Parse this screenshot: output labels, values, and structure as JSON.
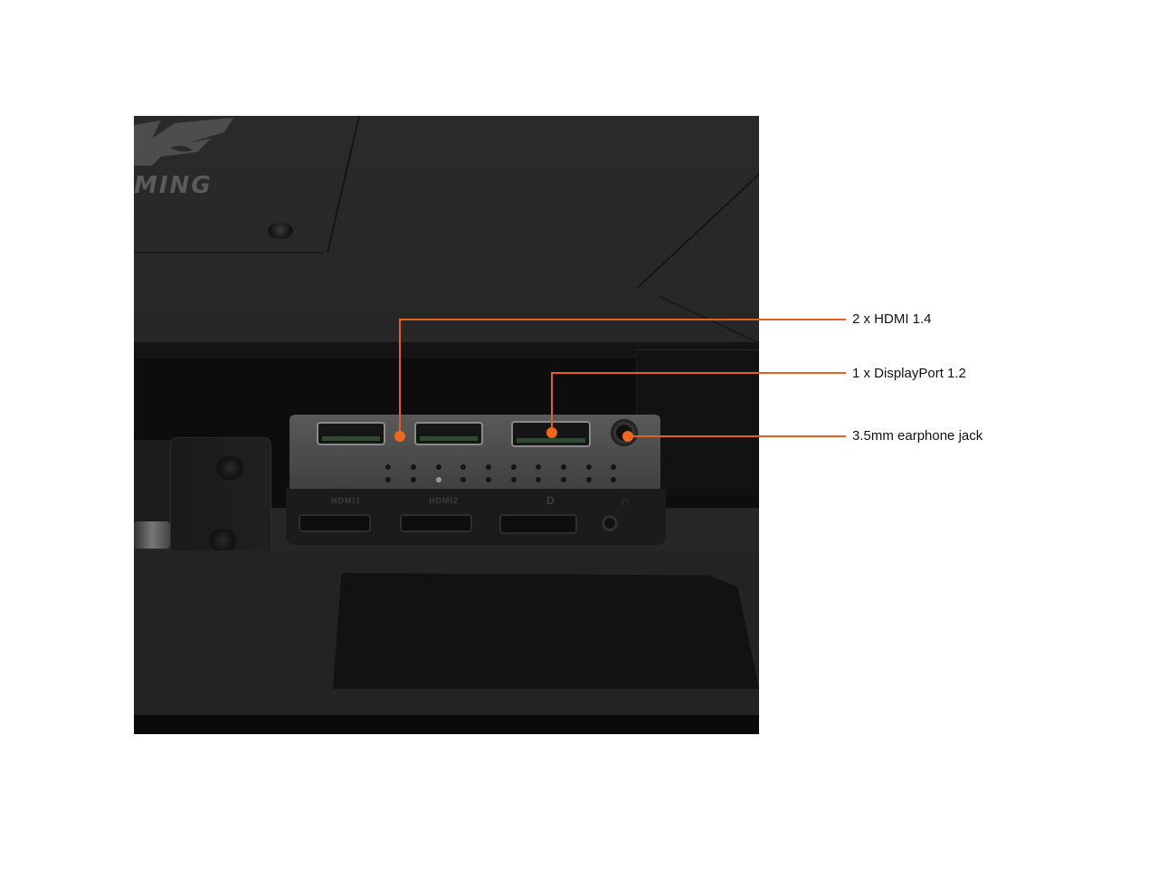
{
  "image": {
    "subject": "Monitor rear I/O ports close-up",
    "logo_text": "MING",
    "accent_color": "#e2611e",
    "background_color": "#ffffff"
  },
  "callouts": [
    {
      "label": "2 x HDMI 1.4",
      "target": "hdmi-ports"
    },
    {
      "label": "1 x DisplayPort 1.2",
      "target": "displayport"
    },
    {
      "label": "3.5mm earphone jack",
      "target": "earphone-jack"
    }
  ],
  "port_labels": {
    "hdmi1": "HDMI1",
    "hdmi2": "HDMI2",
    "dp": "D",
    "audio": "∩"
  }
}
